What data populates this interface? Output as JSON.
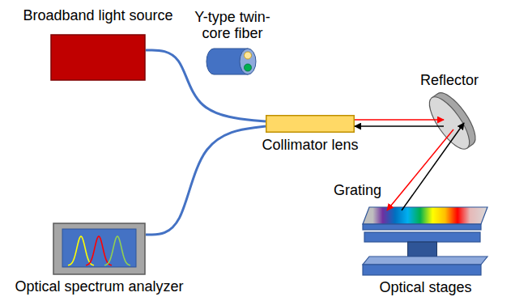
{
  "diagram": {
    "nodes": [
      {
        "text": [
          "Broadband light source"
        ]
      },
      {
        "text": [
          "Y-type twin-core fiber"
        ]
      },
      {
        "text": [
          "Reflector"
        ]
      },
      {
        "text": [
          "Collimator lens"
        ]
      },
      {
        "text": [
          "Optical spectrum analyzer"
        ]
      },
      {
        "text": [
          "Grating"
        ]
      },
      {
        "text": [
          "Optical stages"
        ]
      }
    ],
    "edges": [
      {
        "from": 0,
        "to": 3,
        "arrow": "none"
      },
      {
        "from": 3,
        "to": 4,
        "arrow": "none"
      },
      {
        "from": 3,
        "to": 2,
        "arrow": "to"
      },
      {
        "from": 2,
        "to": 3,
        "arrow": "to"
      },
      {
        "from": 2,
        "to": 5,
        "arrow": "to"
      },
      {
        "from": 5,
        "to": 2,
        "arrow": "to"
      }
    ]
  }
}
